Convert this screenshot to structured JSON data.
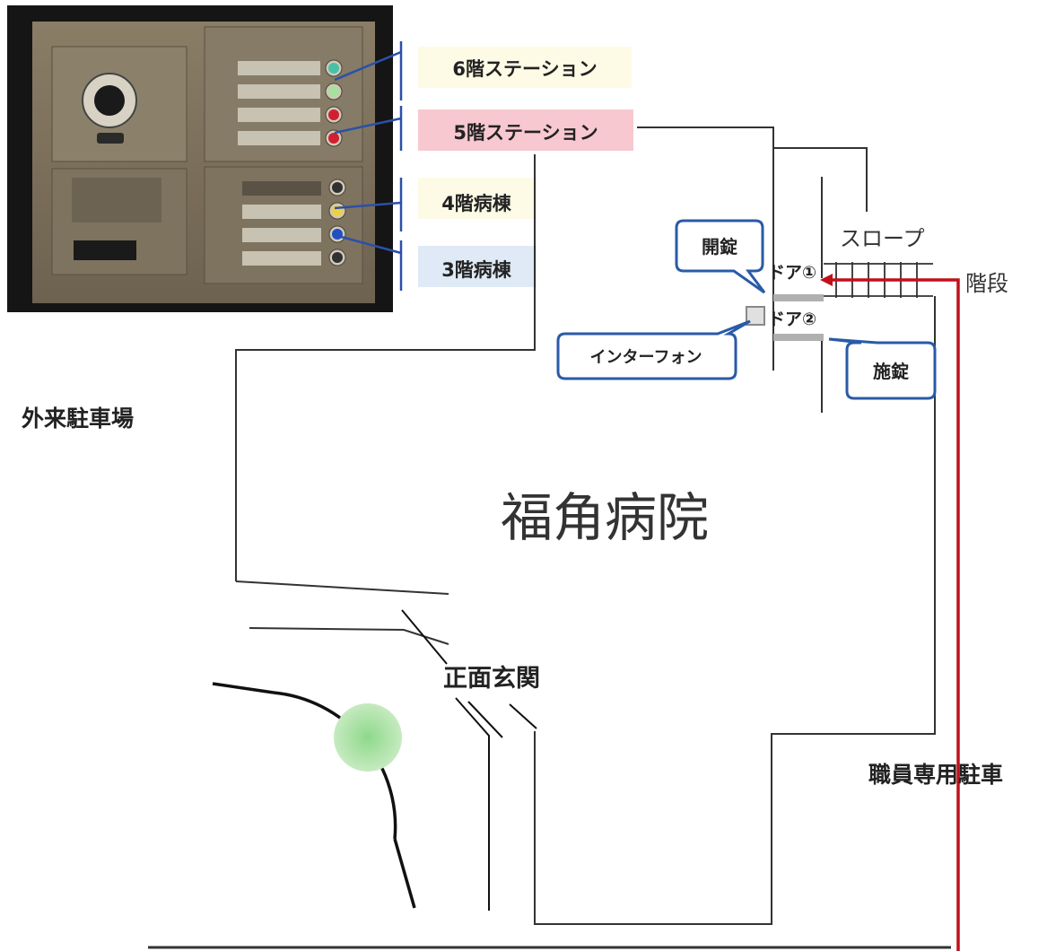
{
  "intercom": {
    "station_labels": [
      {
        "text": "6階ステーション",
        "bg": "#fdfbe6"
      },
      {
        "text": "5階ステーション",
        "bg": "#f7c8d0"
      },
      {
        "text": "4階病棟",
        "bg": "#fdfbe6"
      },
      {
        "text": "3階病棟",
        "bg": "#dfeaf6"
      }
    ],
    "button_colors": [
      "#48c0a8",
      "#a8e0a0",
      "#d02030",
      "#d02030",
      "#303030",
      "#f0d040",
      "#2050c8",
      "#303030"
    ]
  },
  "map": {
    "hospital_name": "福角病院",
    "outpatient_parking": "外来駐車場",
    "staff_parking": "職員専用駐車",
    "main_entrance": "正面玄関",
    "slope": "スロープ",
    "stairs": "階段",
    "door1": "ドア①",
    "door2": "ドア②",
    "callout_unlock": "開錠",
    "callout_lock": "施錠",
    "callout_intercom": "インターフォン",
    "route_color": "#c0101a",
    "callout_border": "#2a5aa8"
  }
}
